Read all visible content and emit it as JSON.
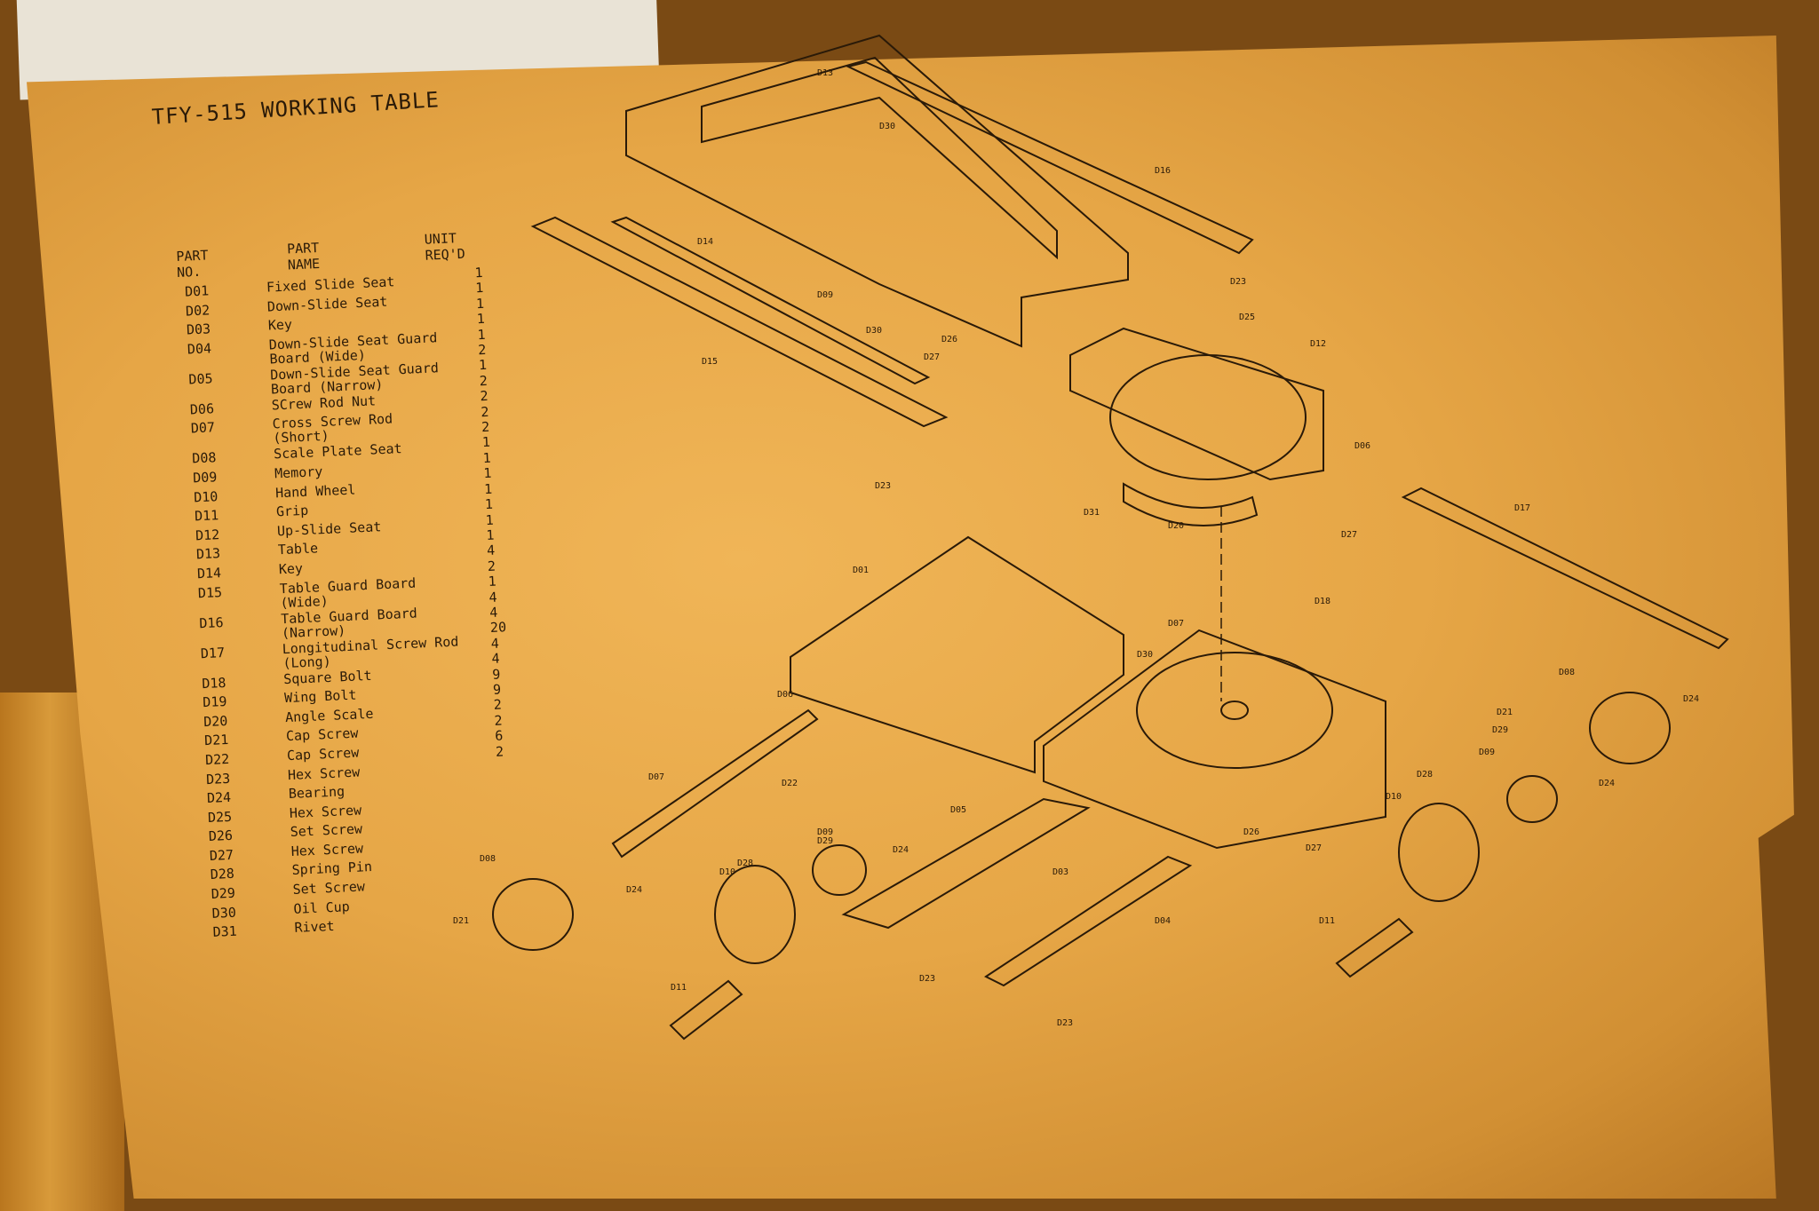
{
  "title": "TFY-515 WORKING TABLE",
  "table": {
    "headers": {
      "part_no": "PART NO.",
      "part_name": "PART NAME",
      "unit": "UNIT REQ'D"
    },
    "parts": [
      {
        "no": "D01",
        "name": "Fixed Slide Seat"
      },
      {
        "no": "D02",
        "name": "Down-Slide Seat"
      },
      {
        "no": "D03",
        "name": "Key"
      },
      {
        "no": "D04",
        "name": "Down-Slide Seat Guard Board (Wide)"
      },
      {
        "no": "D05",
        "name": "Down-Slide Seat Guard Board (Narrow)"
      },
      {
        "no": "D06",
        "name": "SCrew Rod Nut"
      },
      {
        "no": "D07",
        "name": "Cross Screw Rod (Short)"
      },
      {
        "no": "D08",
        "name": "Scale Plate Seat"
      },
      {
        "no": "D09",
        "name": "Memory"
      },
      {
        "no": "D10",
        "name": "Hand Wheel"
      },
      {
        "no": "D11",
        "name": "Grip"
      },
      {
        "no": "D12",
        "name": "Up-Slide Seat"
      },
      {
        "no": "D13",
        "name": "Table"
      },
      {
        "no": "D14",
        "name": "Key"
      },
      {
        "no": "D15",
        "name": "Table Guard Board (Wide)"
      },
      {
        "no": "D16",
        "name": "Table Guard Board (Narrow)"
      },
      {
        "no": "D17",
        "name": "Longitudinal Screw Rod (Long)"
      },
      {
        "no": "D18",
        "name": "Square Bolt"
      },
      {
        "no": "D19",
        "name": "Wing Bolt"
      },
      {
        "no": "D20",
        "name": "Angle Scale"
      },
      {
        "no": "D21",
        "name": "Cap Screw"
      },
      {
        "no": "D22",
        "name": "Cap Screw"
      },
      {
        "no": "D23",
        "name": "Hex Screw"
      },
      {
        "no": "D24",
        "name": "Bearing"
      },
      {
        "no": "D25",
        "name": "Hex Screw"
      },
      {
        "no": "D26",
        "name": "Set Screw"
      },
      {
        "no": "D27",
        "name": "Hex Screw"
      },
      {
        "no": "D28",
        "name": "Spring Pin"
      },
      {
        "no": "D29",
        "name": "Set Screw"
      },
      {
        "no": "D30",
        "name": "Oil Cup"
      },
      {
        "no": "D31",
        "name": "Rivet"
      }
    ],
    "units_column": [
      "1",
      "1",
      "1",
      "1",
      "1",
      "2",
      "1",
      "2",
      "2",
      "2",
      "2",
      "1",
      "1",
      "1",
      "1",
      "1",
      "1",
      "1",
      "4",
      "2",
      "1",
      "4",
      "4",
      "20",
      "4",
      "4",
      "9",
      "9",
      "2",
      "2",
      "6",
      "2"
    ]
  },
  "diagram_labels": [
    "D13",
    "D30",
    "D16",
    "D14",
    "D09",
    "D30",
    "D26",
    "D27",
    "D23",
    "D25",
    "D12",
    "D15",
    "D06",
    "D17",
    "D23",
    "D31",
    "D20",
    "D27",
    "D01",
    "D18",
    "D07",
    "D30",
    "D06",
    "D08",
    "D24",
    "D21",
    "D29",
    "D09",
    "D24",
    "D28",
    "D10",
    "D07",
    "D22",
    "D05",
    "D03",
    "D26",
    "D27",
    "D08",
    "D24",
    "D10",
    "D28",
    "D29",
    "D09",
    "D24",
    "D04",
    "D23",
    "D11",
    "D21",
    "D11",
    "D23"
  ]
}
